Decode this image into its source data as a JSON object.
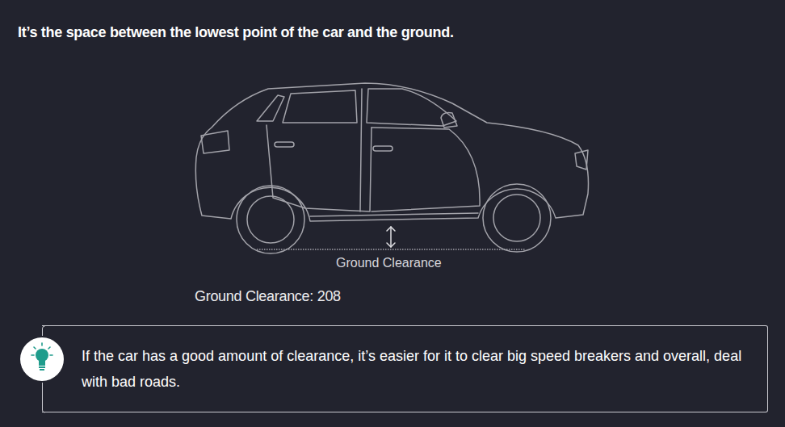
{
  "diagram": {
    "nodes": [
      {
        "text": [
          "If the car has a good amount of clearance, it’s easier for it to clear big speed breakers and overall, deal with bad roads."
        ]
      }
    ],
    "labels": [
      "It’s the space between the lowest point of the car and the ground.",
      "Ground Clearance",
      "Ground Clearance: 208"
    ]
  }
}
